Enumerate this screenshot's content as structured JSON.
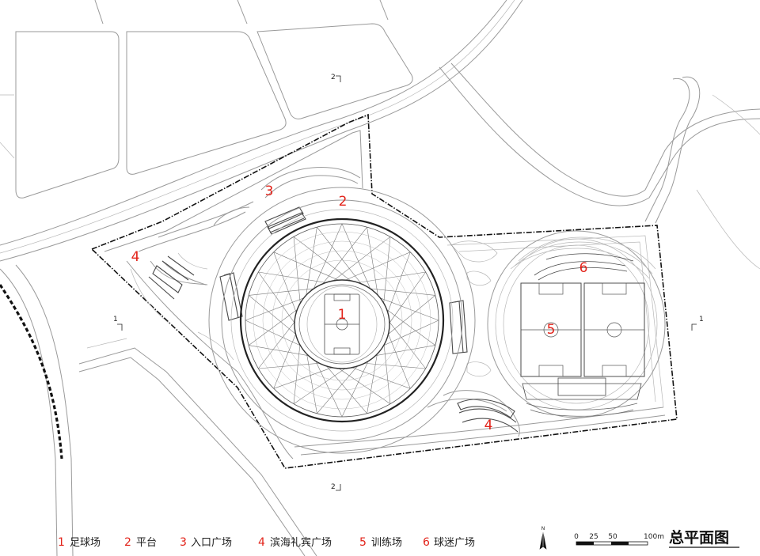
{
  "plan": {
    "labels": {
      "stadium": "1",
      "platform": "2",
      "entrance_plaza": "3",
      "ceremony_plaza_west": "4",
      "ceremony_plaza_south": "4",
      "training_field": "5",
      "fan_plaza": "6"
    },
    "section_marks": {
      "north": "2",
      "south": "2",
      "west": "1",
      "east": "1"
    }
  },
  "legend": {
    "items": [
      {
        "number": "1",
        "label": "足球场"
      },
      {
        "number": "2",
        "label": "平台"
      },
      {
        "number": "3",
        "label": "入口广场"
      },
      {
        "number": "4",
        "label": "滨海礼宾广场"
      },
      {
        "number": "5",
        "label": "训练场"
      },
      {
        "number": "6",
        "label": "球迷广场"
      }
    ]
  },
  "scale_bar": {
    "ticks": [
      "0",
      "25",
      "50",
      "100m"
    ]
  },
  "compass": {
    "letter": "N"
  },
  "title": "总平面图"
}
